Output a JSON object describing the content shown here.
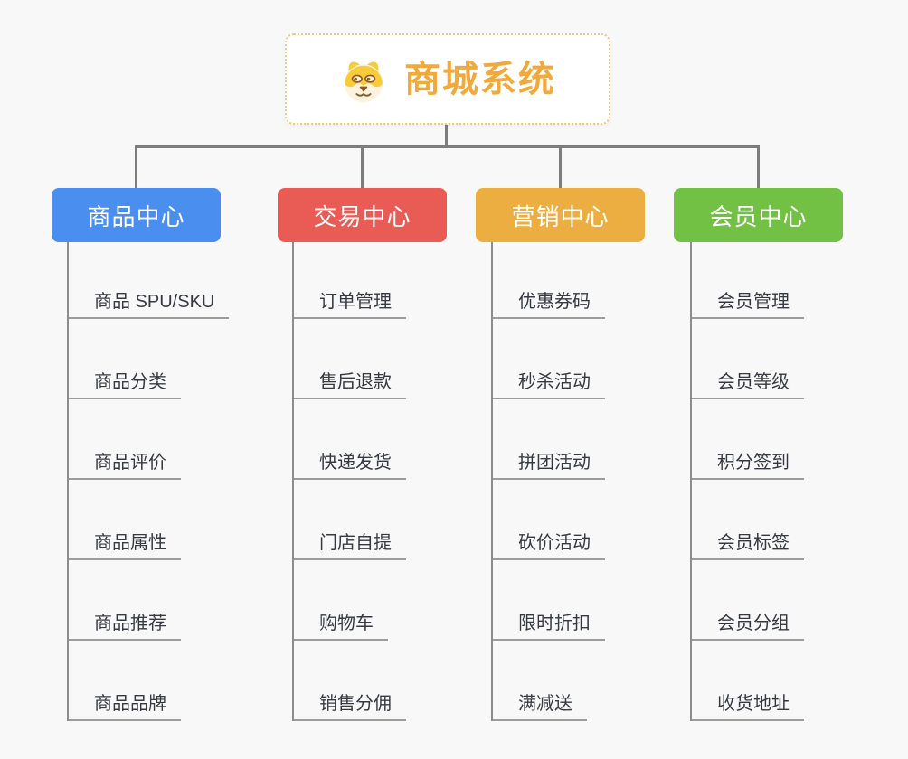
{
  "canvas": {
    "background_color": "#f8f8f8",
    "connector_color": "#7d7d7d",
    "underline_color": "#9c9c9c"
  },
  "root": {
    "title": "商城系统",
    "title_color": "#f2a93b",
    "border_color": "#f4c57c",
    "icon": "dog-face-icon"
  },
  "branches": [
    {
      "label": "商品中心",
      "color": "#4a8eef",
      "items": [
        "商品 SPU/SKU",
        "商品分类",
        "商品评价",
        "商品属性",
        "商品推荐",
        "商品品牌"
      ]
    },
    {
      "label": "交易中心",
      "color": "#e85c55",
      "items": [
        "订单管理",
        "售后退款",
        "快递发货",
        "门店自提",
        "购物车",
        "销售分佣"
      ]
    },
    {
      "label": "营销中心",
      "color": "#edae41",
      "items": [
        "优惠券码",
        "秒杀活动",
        "拼团活动",
        "砍价活动",
        "限时折扣",
        "满减送"
      ]
    },
    {
      "label": "会员中心",
      "color": "#72c044",
      "items": [
        "会员管理",
        "会员等级",
        "积分签到",
        "会员标签",
        "会员分组",
        "收货地址"
      ]
    }
  ]
}
